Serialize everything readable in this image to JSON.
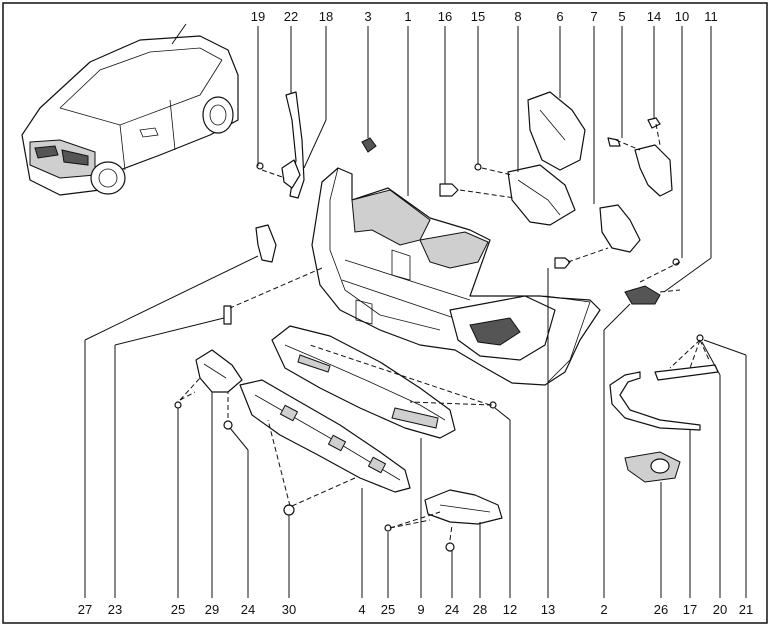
{
  "diagram": {
    "top_labels": [
      "19",
      "22",
      "18",
      "3",
      "1",
      "16",
      "15",
      "8",
      "6",
      "7",
      "5",
      "14",
      "10",
      "11"
    ],
    "bottom_labels": [
      "27",
      "23",
      "25",
      "29",
      "24",
      "30",
      "4",
      "25",
      "9",
      "24",
      "28",
      "12",
      "13",
      "2",
      "26",
      "17",
      "20",
      "21"
    ]
  }
}
